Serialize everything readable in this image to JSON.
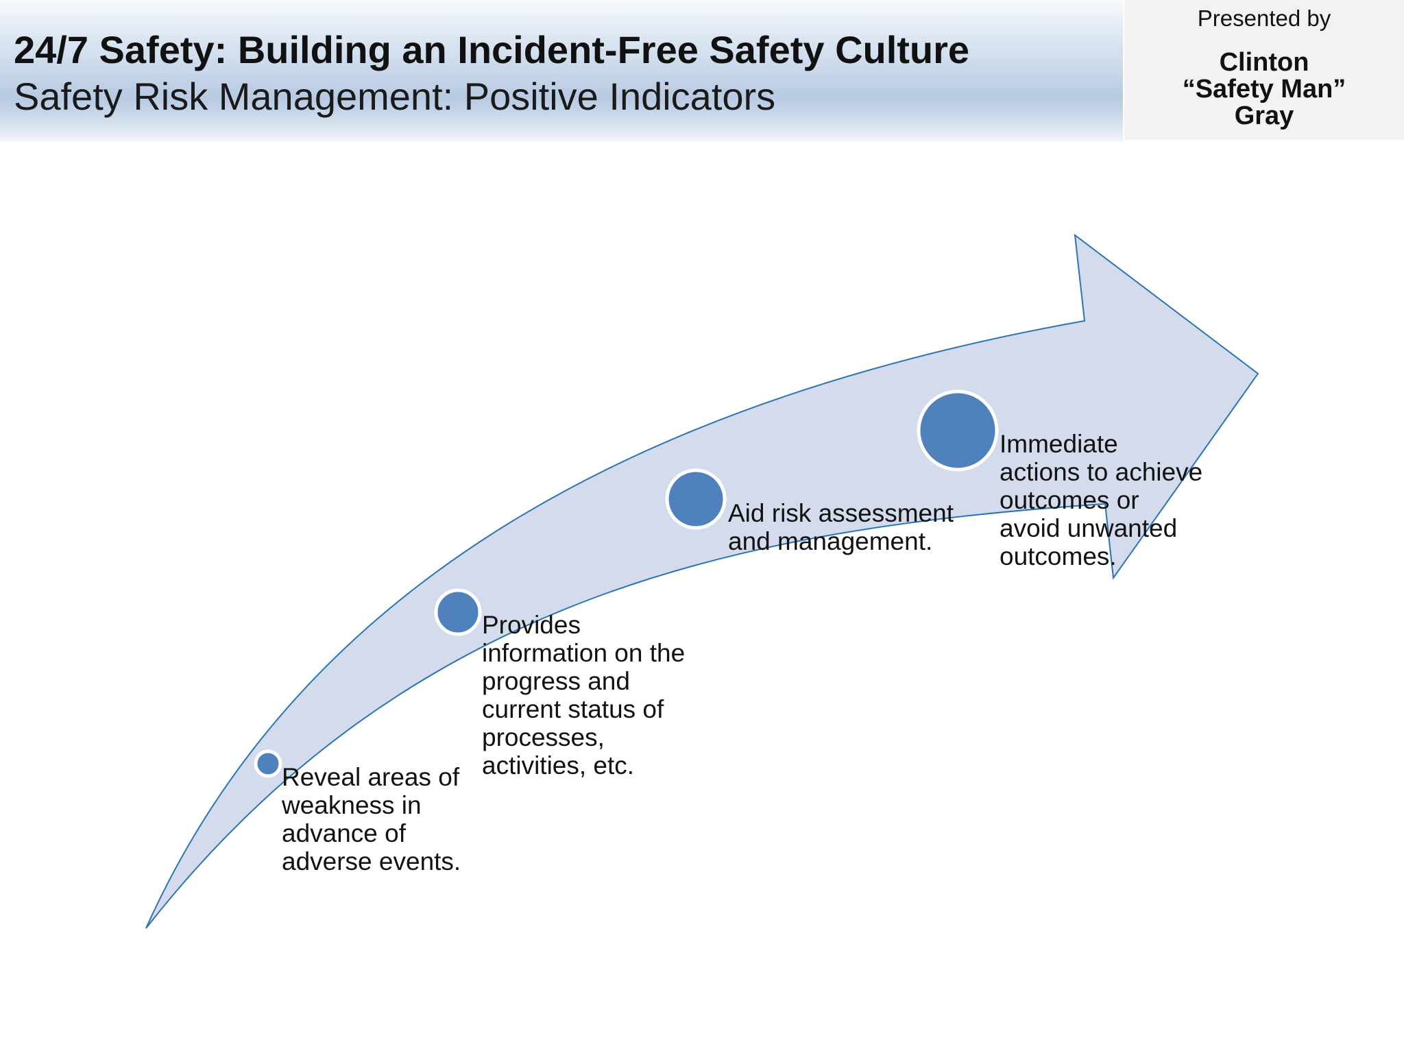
{
  "header": {
    "title": "24/7 Safety: Building an Incident-Free Safety Culture",
    "subtitle": "Safety Risk Management: Positive Indicators"
  },
  "presenter": {
    "presented_by": "Presented by",
    "name_lines": [
      "Clinton",
      "“Safety Man”",
      "Gray"
    ]
  },
  "diagram": {
    "arrow_fill": "#d3dbec",
    "arrow_stroke": "#2a74b4",
    "node_fill": "#4f81bd",
    "node_stroke": "#ffffff",
    "steps": [
      "Reveal areas of weakness in advance of adverse events.",
      "Provides information on the progress and current status of processes, activities, etc.",
      "Aid risk assessment and management.",
      "Immediate actions to achieve outcomes or avoid unwanted outcomes."
    ]
  }
}
